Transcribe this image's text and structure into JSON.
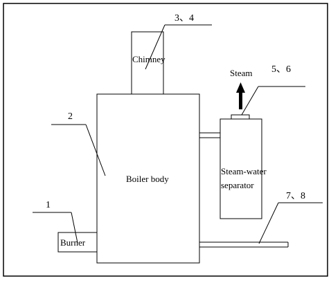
{
  "components": {
    "chimney": "Chimney",
    "boiler_body": "Boiler body",
    "separator_line1": "Steam-water",
    "separator_line2": "separator",
    "burner": "Burner",
    "steam": "Steam"
  },
  "callouts": {
    "chimney_ref": "3、4",
    "boiler_ref": "2",
    "steam_outlet_ref": "5、6",
    "burner_ref": "1",
    "outlet_pipe_ref": "7、8"
  },
  "colors": {
    "line": "#000000",
    "background": "#ffffff",
    "frame": "#000000"
  }
}
